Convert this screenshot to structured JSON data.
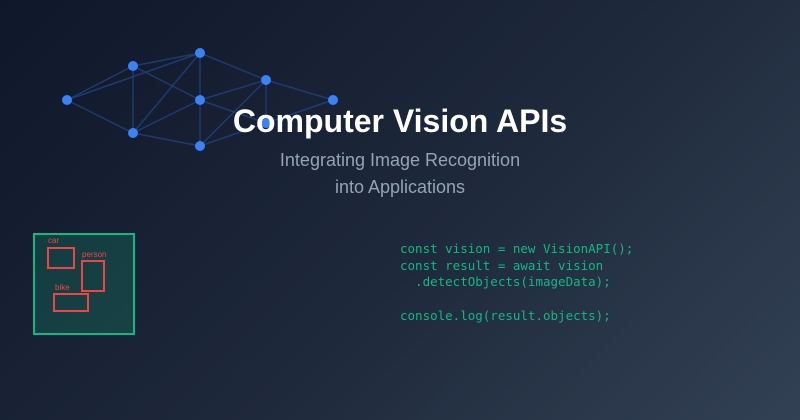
{
  "header": {
    "title": "Computer Vision APIs",
    "subtitle_line1": "Integrating Image Recognition",
    "subtitle_line2": "into Applications"
  },
  "code": {
    "lines": [
      "const vision = new VisionAPI();",
      "const result = await vision",
      "  .detectObjects(imageData);",
      "",
      "console.log(result.objects);"
    ]
  },
  "detection": {
    "labels": [
      "car",
      "person",
      "bike"
    ]
  },
  "colors": {
    "node": "#3b82f6",
    "code": "#10b981",
    "box": "#ef4444"
  }
}
